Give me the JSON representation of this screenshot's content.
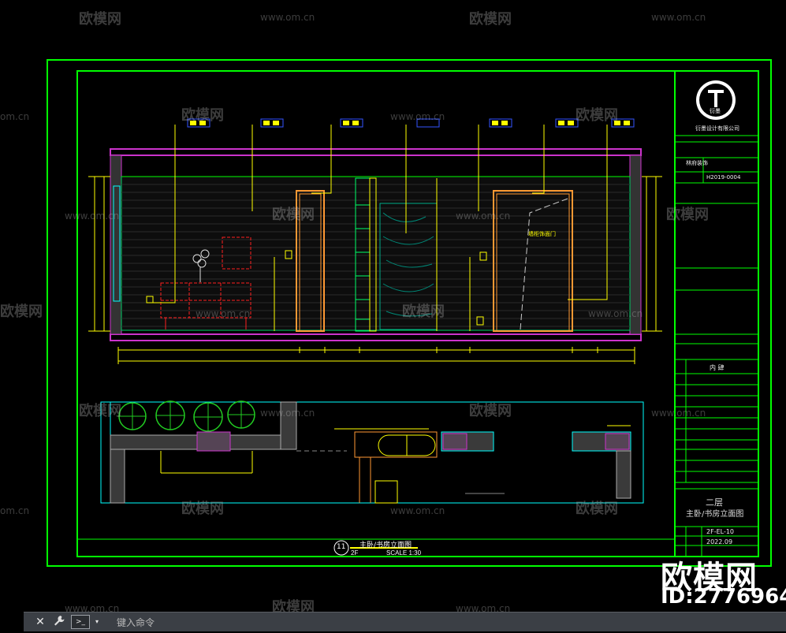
{
  "watermark": {
    "brand": "欧模网",
    "url": "www.om.cn",
    "url_partial": "om.cn",
    "big_brand": "欧模网",
    "big_id": "ID:2776964"
  },
  "title_block": {
    "company": "衍墨设计有限公司",
    "logo_text": "衍墨",
    "project_value": "林府装饰",
    "drawing_no": "H2019-0004",
    "designer": "内 肆",
    "drawing_title_1": "二层",
    "drawing_title_2": "主卧/书房立面图",
    "sheet_no": "2F-EL-10",
    "date": "2022.09"
  },
  "drawing": {
    "bubble_no": "11",
    "caption": "主卧/书房立面图",
    "floor": "2F",
    "scale": "SCALE 1:30",
    "door_note": "墙柜饰面门"
  },
  "command_bar": {
    "close_icon": "✕",
    "settings_icon": "wrench",
    "prompt_icon": ">_",
    "placeholder": "键入命令"
  },
  "colors": {
    "frame": "#00ff00",
    "cyan": "#00ffff",
    "magenta": "#cc33cc",
    "yellow": "#ffff00",
    "orange": "#ff9933",
    "red": "#ff2020",
    "blue": "#3355ff"
  }
}
